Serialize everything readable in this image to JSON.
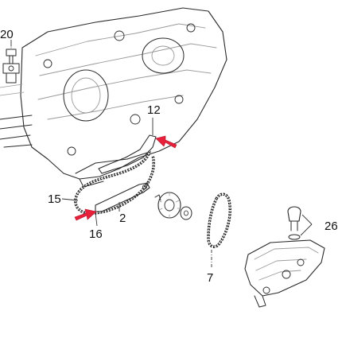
{
  "diagram": {
    "callouts": [
      {
        "id": "20",
        "label": "20"
      },
      {
        "id": "12",
        "label": "12"
      },
      {
        "id": "15",
        "label": "15"
      },
      {
        "id": "16",
        "label": "16"
      },
      {
        "id": "2",
        "label": "2"
      },
      {
        "id": "7",
        "label": "7"
      },
      {
        "id": "26",
        "label": "26"
      }
    ],
    "colors": {
      "arrow": "#e8213a",
      "line": "#2a2a2a",
      "ghost": "#9a9a9a",
      "background": "#ffffff"
    },
    "icons": {
      "arrow_upper": "red-pointer-arrow",
      "arrow_lower": "red-pointer-arrow"
    }
  }
}
